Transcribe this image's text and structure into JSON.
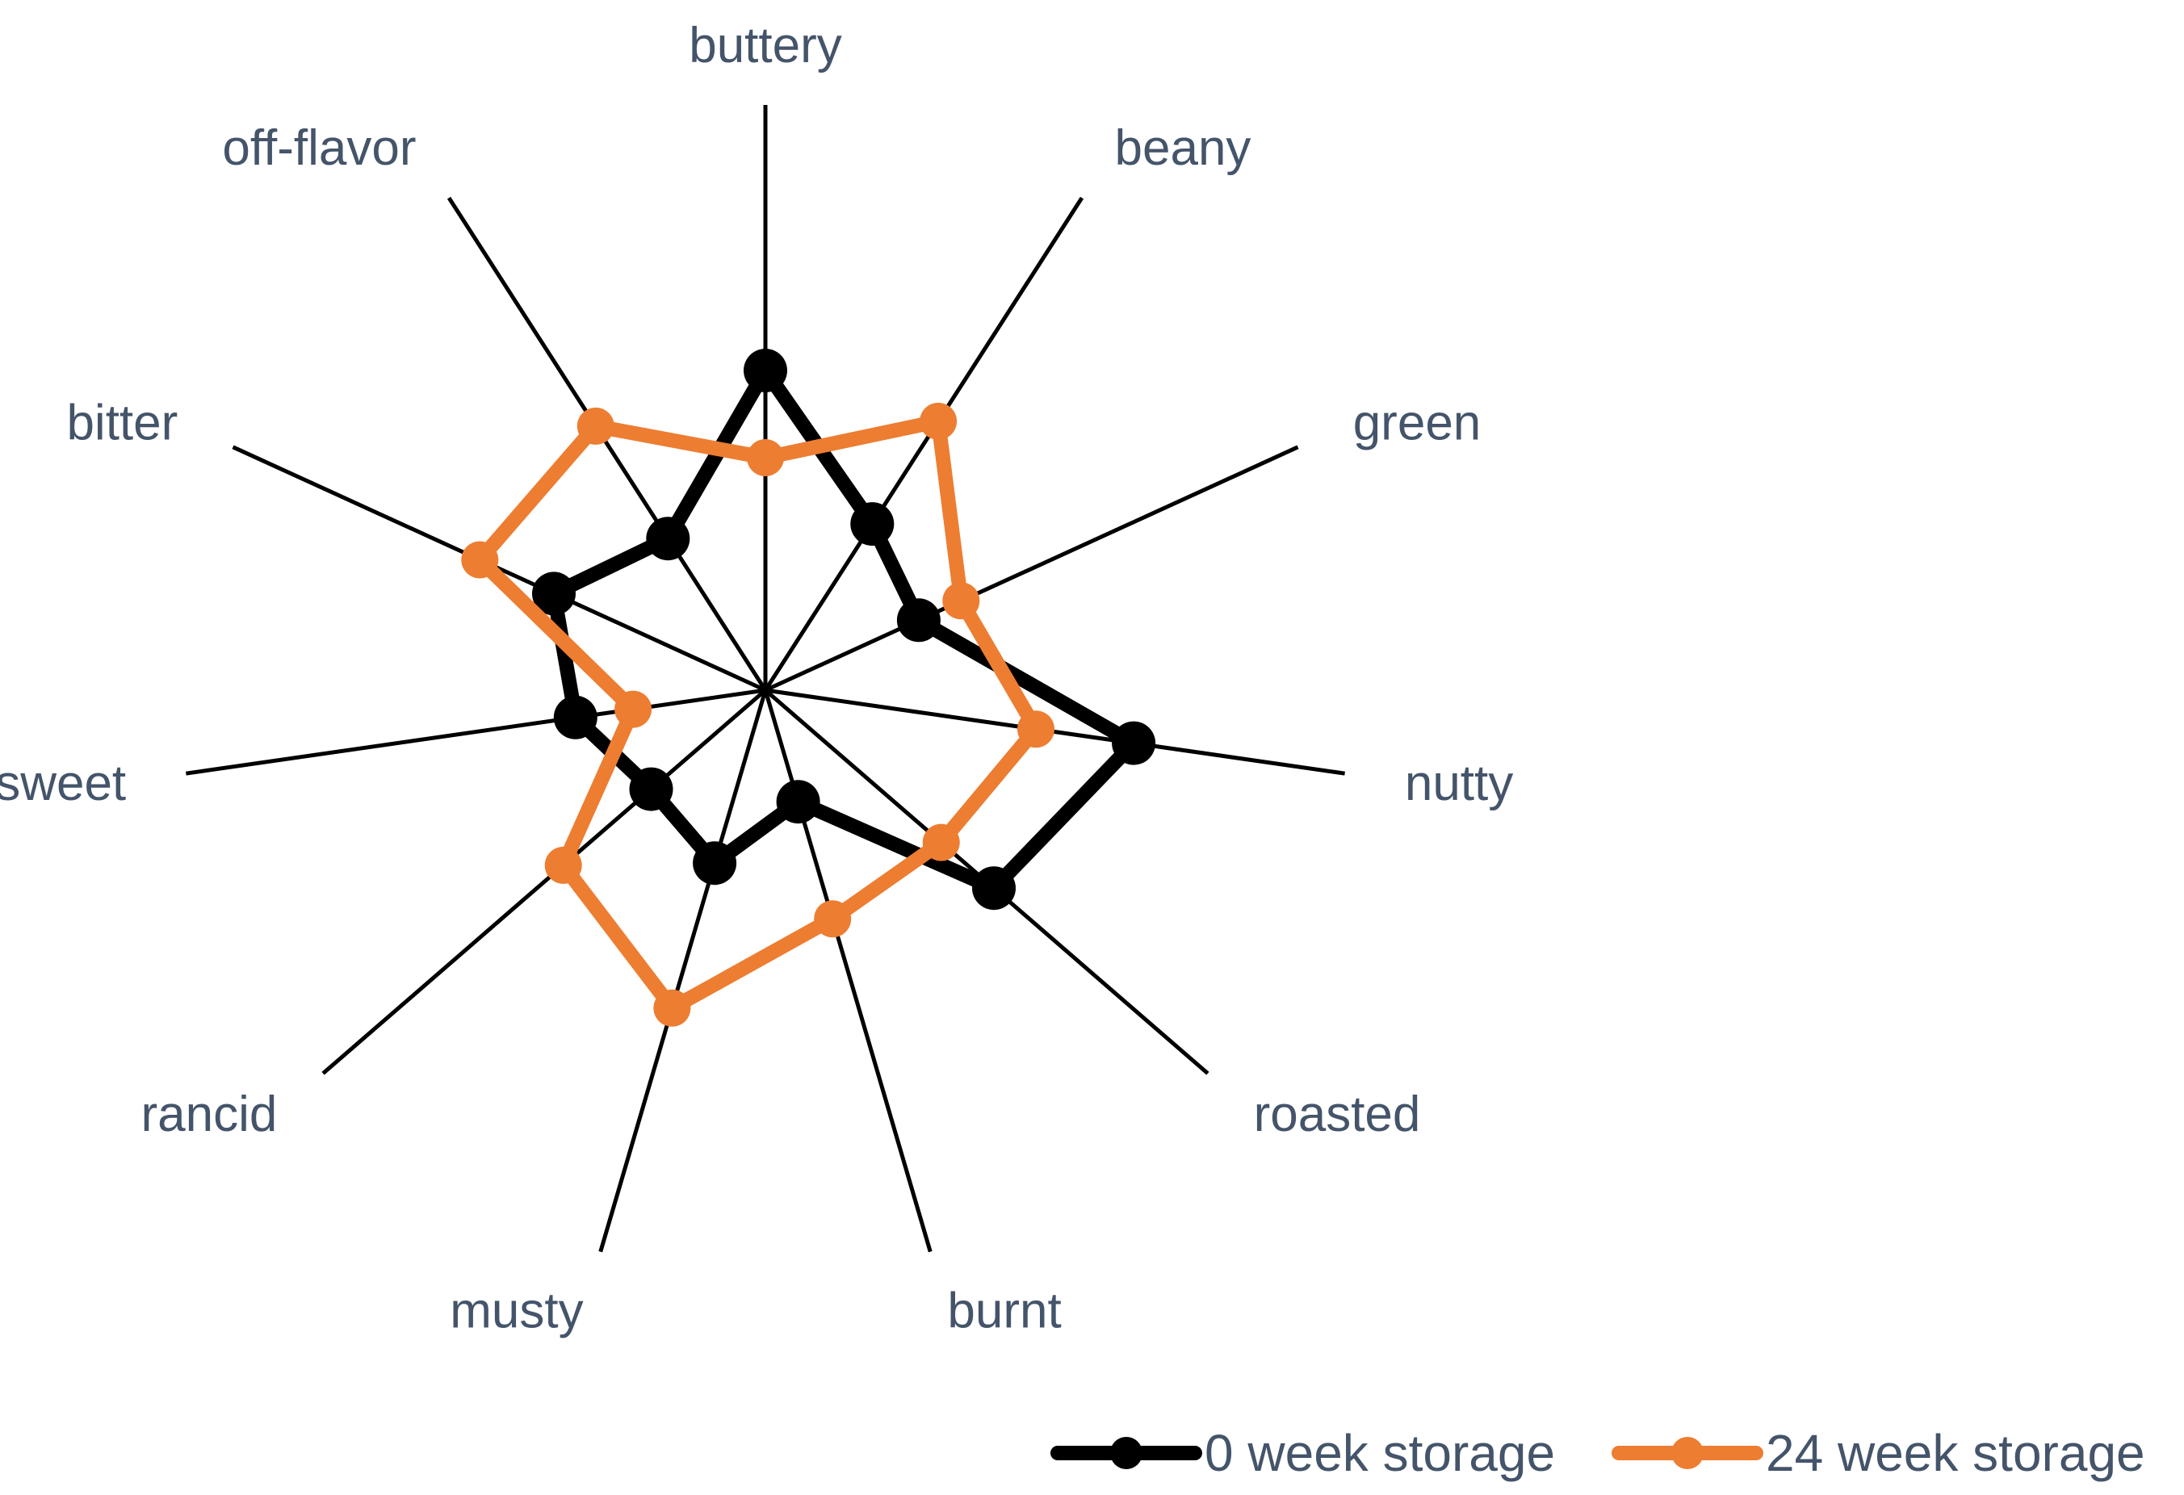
{
  "chart_data": {
    "type": "radar",
    "title": "",
    "axes": [
      "buttery",
      "beany",
      "green",
      "nutty",
      "roasted",
      "burnt",
      "musty",
      "rancid",
      "sweet",
      "bitter",
      "off-flavor"
    ],
    "range": [
      0,
      10
    ],
    "grid": false,
    "legend_position": "bottom-right",
    "series": [
      {
        "name": "0 week storage",
        "color": "#000000",
        "values": [
          5.5,
          3.4,
          2.9,
          6.4,
          5.2,
          2.0,
          3.1,
          2.6,
          3.3,
          4.0,
          3.1
        ]
      },
      {
        "name": "24 week storage",
        "color": "#ed7d31",
        "values": [
          4.0,
          5.5,
          3.7,
          4.7,
          4.0,
          4.1,
          5.7,
          4.6,
          2.3,
          5.4,
          5.4
        ]
      }
    ]
  }
}
